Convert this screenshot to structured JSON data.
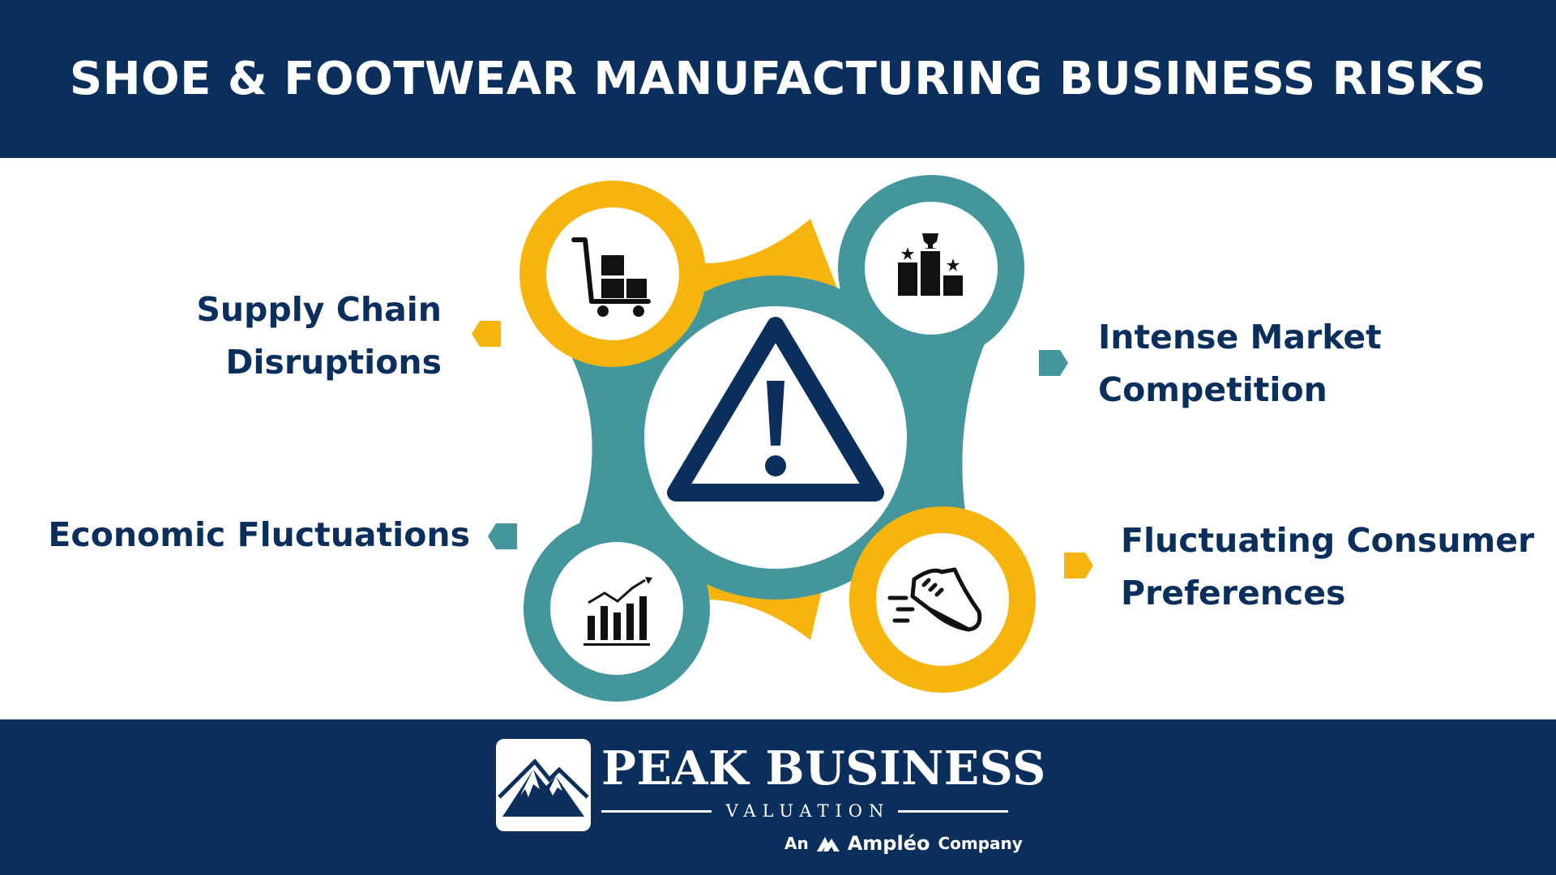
{
  "header": {
    "title": "SHOE & FOOTWEAR MANUFACTURING BUSINESS RISKS"
  },
  "risks": [
    {
      "lines": [
        "Supply Chain",
        "Disruptions"
      ],
      "icon": "warehouse-trolley-icon",
      "color": "#f6b40d"
    },
    {
      "lines": [
        "Intense Market",
        "Competition"
      ],
      "icon": "podium-trophy-icon",
      "color": "#43969c"
    },
    {
      "lines": [
        "Economic Fluctuations"
      ],
      "icon": "bar-chart-trend-icon",
      "color": "#43969c"
    },
    {
      "lines": [
        "Fluctuating Consumer",
        "Preferences"
      ],
      "icon": "running-shoe-icon",
      "color": "#f6b40d"
    }
  ],
  "center_icon": "warning-triangle-icon",
  "brand": {
    "name": "PEAK BUSINESS",
    "subtitle": "VALUATION",
    "tagline_prefix": "An",
    "tagline_brand": "Ampléo",
    "tagline_suffix": "Company"
  },
  "colors": {
    "navy": "#0a2f5c",
    "gold": "#f6b40d",
    "teal": "#43969c",
    "icon": "#111111"
  }
}
